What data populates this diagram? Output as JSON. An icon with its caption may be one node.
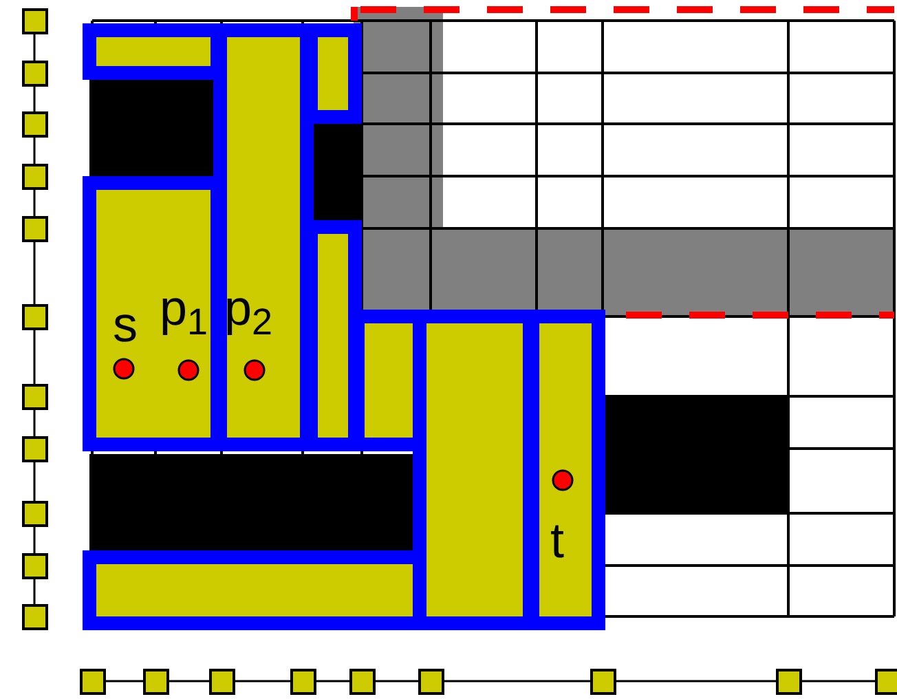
{
  "diagram": {
    "labels": [
      "s",
      "p$_{1}$",
      "p$_{2}$",
      "t"
    ]
  }
}
